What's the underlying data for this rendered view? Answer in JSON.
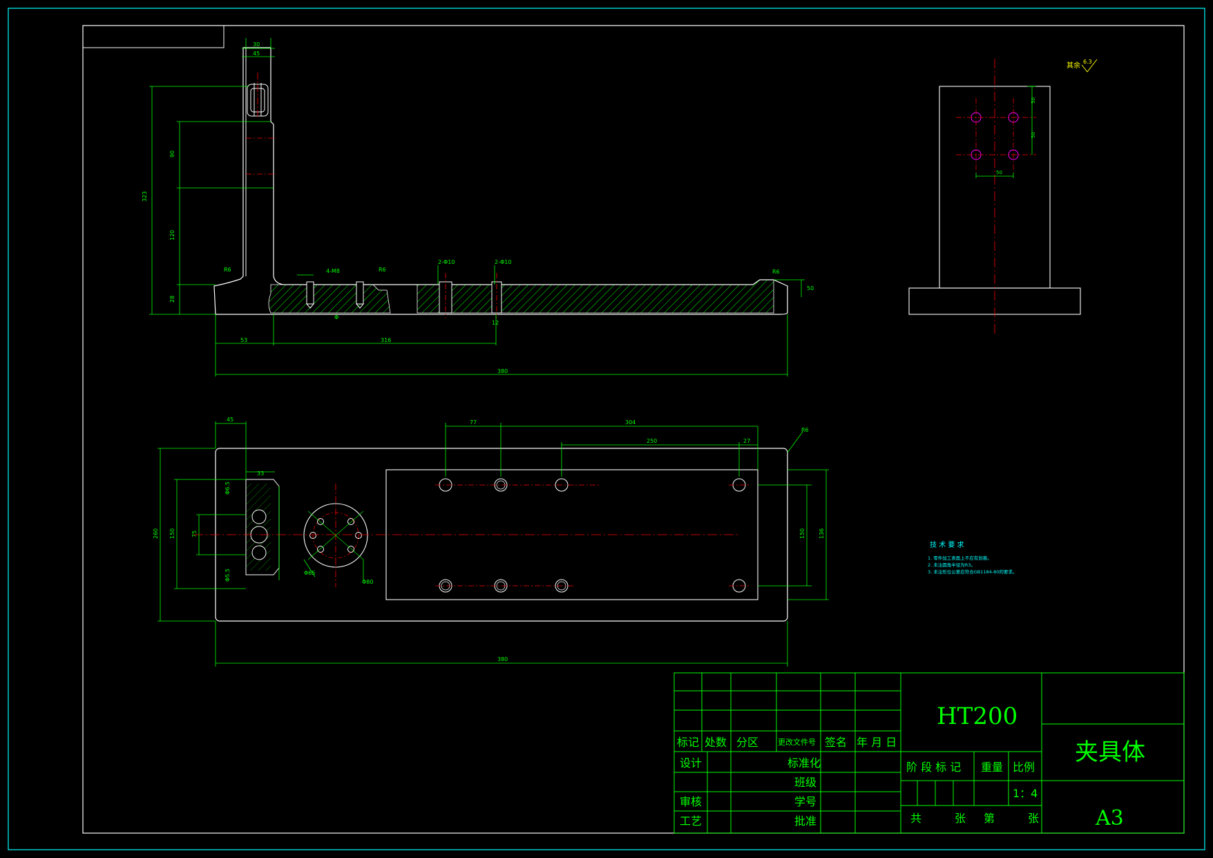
{
  "title_block": {
    "material": "HT200",
    "part_name": "夹具体",
    "sheet_size": "A3",
    "scale": "1：4",
    "head_row": [
      "标记",
      "处数",
      "分区",
      "更改文件号",
      "签名",
      "年 月 日"
    ],
    "rows_left": [
      "设计",
      "审核",
      "工艺"
    ],
    "rows_mid": [
      "标准化",
      "班级",
      "学号",
      "批准"
    ],
    "stage_labels": [
      "阶 段 标 记",
      "重量",
      "比例"
    ],
    "sheet_count": [
      "共",
      "张",
      "第",
      "张"
    ]
  },
  "surface_note": "其余",
  "surface_value": "6.3",
  "tech_req": {
    "title": "技 术 要 求",
    "items": [
      "1. 零件加工表面上不应有划痕。",
      "2. 未注圆角半径为R3。",
      "3. 未注形位公差应符合GB1184-80的要求。"
    ]
  },
  "dims": {
    "front": [
      "30",
      "45",
      "90",
      "323",
      "120",
      "28",
      "R6",
      "4-M8",
      "R6",
      "2-Φ10",
      "2-Φ10",
      "R6",
      "50",
      "53",
      "316",
      "380",
      "Φ",
      "12"
    ],
    "top": [
      "45",
      "77",
      "304",
      "250",
      "27",
      "R6",
      "33",
      "260",
      "150",
      "75",
      "150",
      "136",
      "Φ6.5",
      "Φ5.5",
      "Φ65",
      "Φ80",
      "380"
    ],
    "side": [
      "50",
      "50",
      "50"
    ]
  },
  "colors": {
    "frame": "#00ffff",
    "outline": "#ffffff",
    "dimension": "#00ff00",
    "centerline": "#ff0000",
    "hatch": "#00ff00",
    "tech_text": "#00ffff",
    "roughness": "#ffff00"
  }
}
